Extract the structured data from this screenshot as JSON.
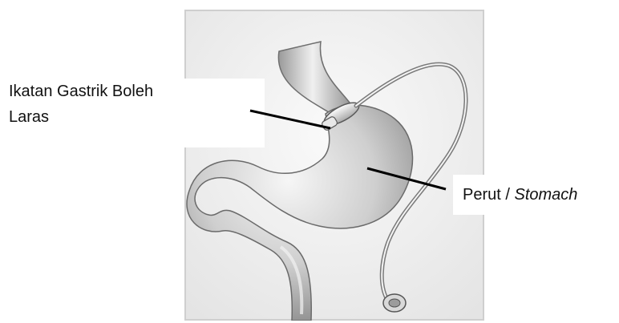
{
  "labels": {
    "band_line1": "Ikatan Gastrik Boleh",
    "band_line2": "Laras",
    "stomach_plain": "Perut / ",
    "stomach_italic": "Stomach"
  },
  "colors": {
    "frame_border": "#cfcfcf",
    "frame_bg": "#ececec",
    "organ_light": "#f4f4f4",
    "organ_mid": "#bdbdbd",
    "organ_dark": "#7a7a7a",
    "leader_line": "#000000"
  }
}
